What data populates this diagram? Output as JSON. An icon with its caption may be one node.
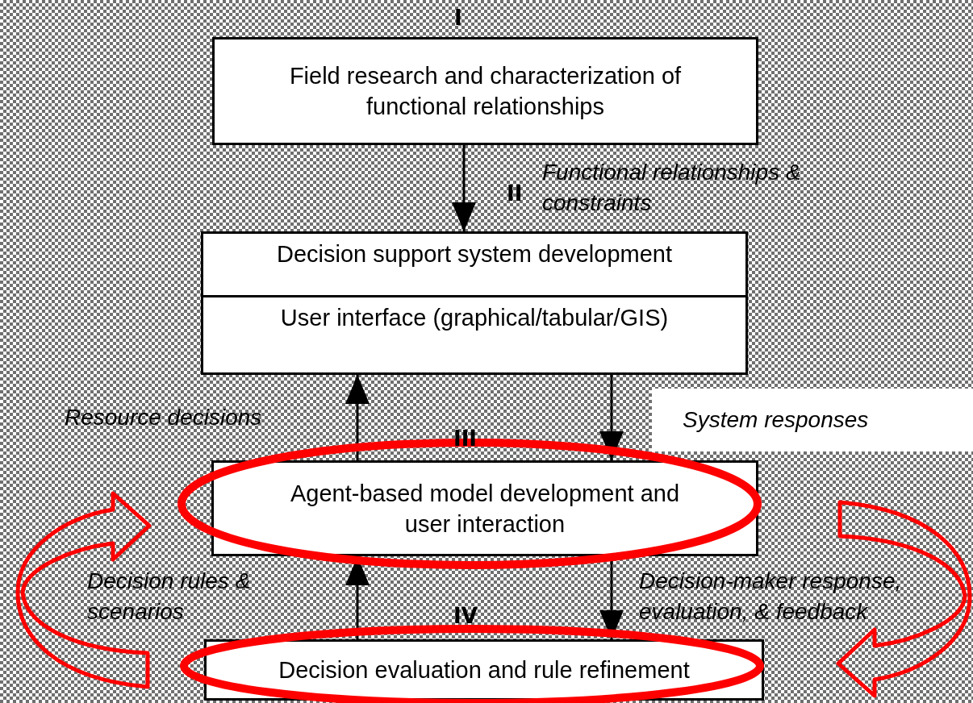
{
  "diagram": {
    "nodes": [
      {
        "text": [
          "Field research and characterization of functional relationships"
        ]
      },
      {
        "text": [
          "Decision support system development",
          "User interface (graphical/tabular/GIS)"
        ]
      },
      {
        "text": [
          "Agent-based model development and user interaction"
        ]
      },
      {
        "text": [
          "Decision evaluation and rule refinement"
        ]
      }
    ],
    "edges": [
      {
        "from": 0,
        "to": 1,
        "arrow": "to",
        "label": "Functional relationships & constraints"
      },
      {
        "from": 2,
        "to": 1,
        "arrow": "to",
        "label": "Resource decisions"
      },
      {
        "from": 1,
        "to": 2,
        "arrow": "to",
        "label": "System responses"
      },
      {
        "from": 3,
        "to": 2,
        "arrow": "to",
        "label": "Decision rules & scenarios"
      },
      {
        "from": 2,
        "to": 3,
        "arrow": "to",
        "label": "Decision-maker response, evaluation, & feedback"
      }
    ],
    "labels": [
      "I",
      "II",
      "III",
      "IV"
    ]
  }
}
